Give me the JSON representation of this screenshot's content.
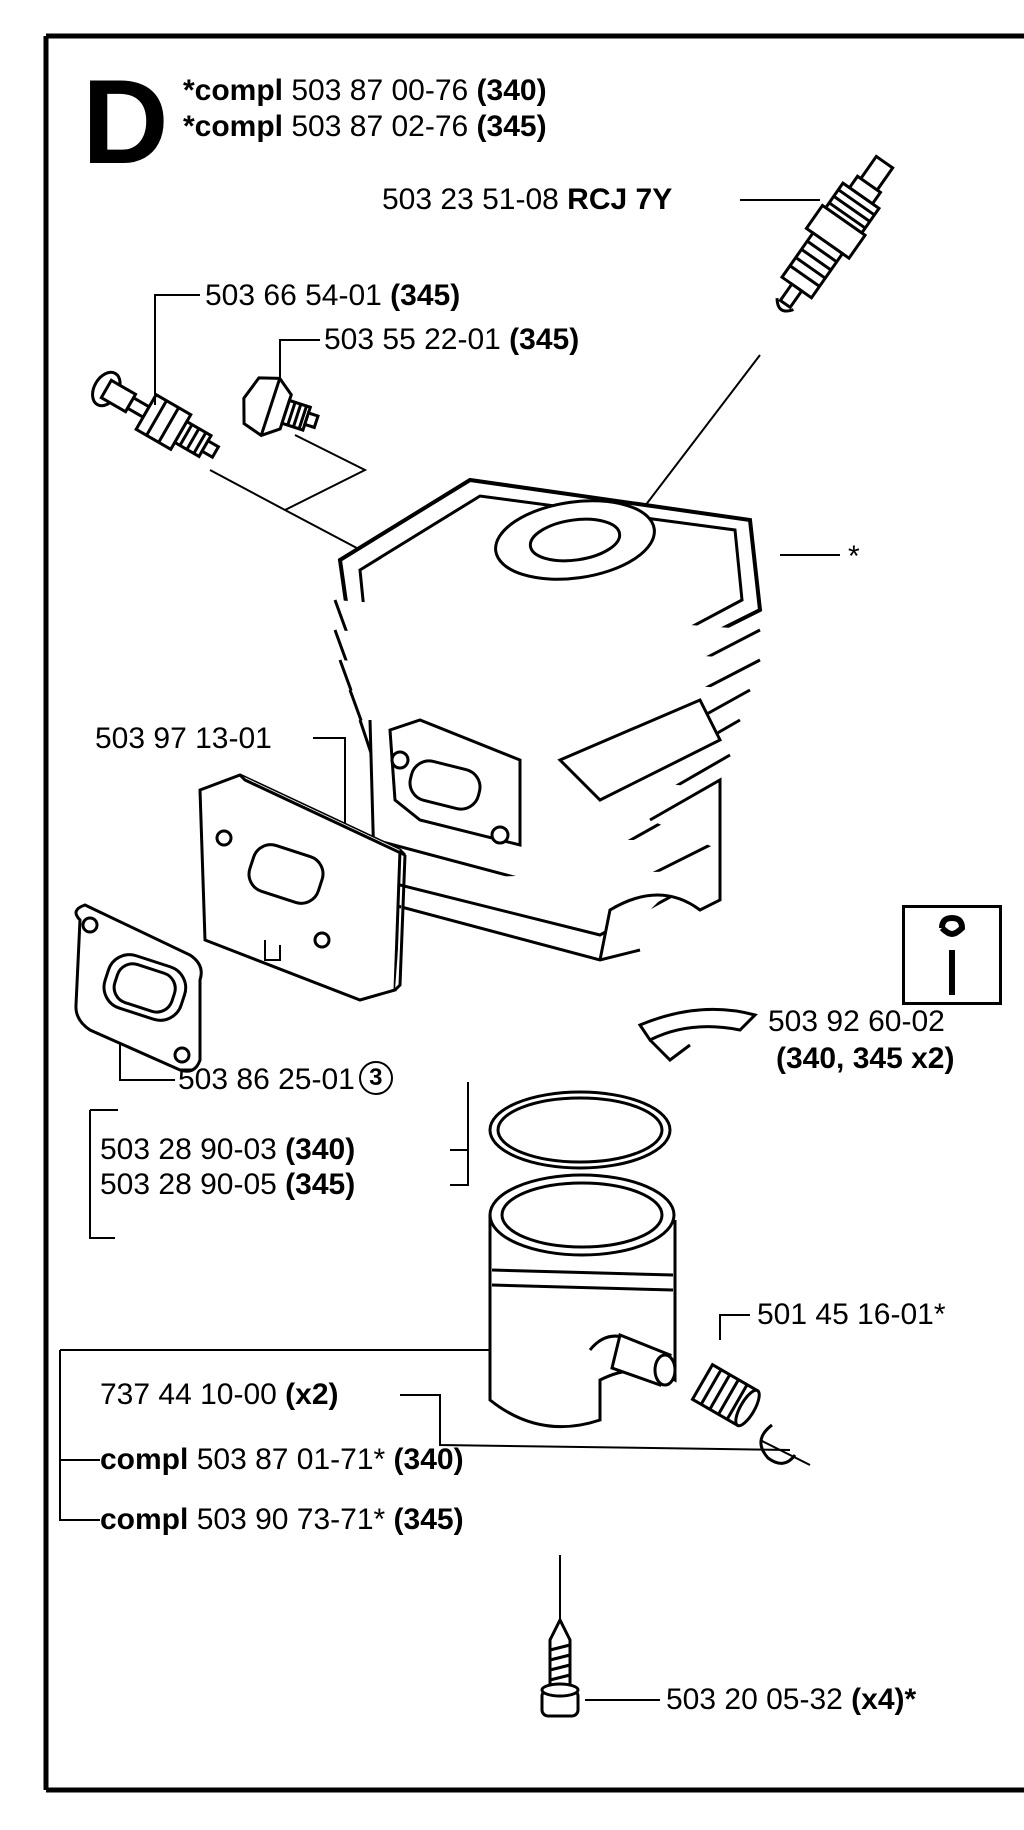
{
  "section_letter": "D",
  "header": {
    "line1": {
      "prefix": "*compl",
      "number": "503 87 00-76",
      "model": "(340)"
    },
    "line2": {
      "prefix": "*compl",
      "number": "503 87 02-76",
      "model": "(345)"
    }
  },
  "parts": {
    "spark_plug": {
      "number": "503 23 51-08",
      "bold": "RCJ 7Y"
    },
    "decomp_valve": {
      "number": "503 66 54-01",
      "bold": "(345)"
    },
    "plug_screw": {
      "number": "503 55 22-01",
      "bold": "(345)"
    },
    "cylinder_marker": "*",
    "gasket_plate": {
      "number": "503 97 13-01"
    },
    "info_icon": "wrench-info-icon",
    "muffler_gasket": {
      "number": "503 86 25-01",
      "circled": "3"
    },
    "clip_part": {
      "number": "503 92 60-02",
      "bold": "(340, 345 x2)"
    },
    "piston_ring_340": {
      "number": "503 28 90-03",
      "bold": "(340)"
    },
    "piston_ring_345": {
      "number": "503 28 90-05",
      "bold": "(345)"
    },
    "needle_bearing": {
      "number": "501 45 16-01*"
    },
    "circlip": {
      "number": "737 44 10-00",
      "bold": "(x2)"
    },
    "piston_compl_340": {
      "prefix": "compl",
      "number": "503 87 01-71*",
      "bold": "(340)"
    },
    "piston_compl_345": {
      "prefix": "compl",
      "number": "503 90 73-71*",
      "bold": "(345)"
    },
    "screw": {
      "number": "503 20 05-32",
      "bold": "(x4)*"
    }
  }
}
